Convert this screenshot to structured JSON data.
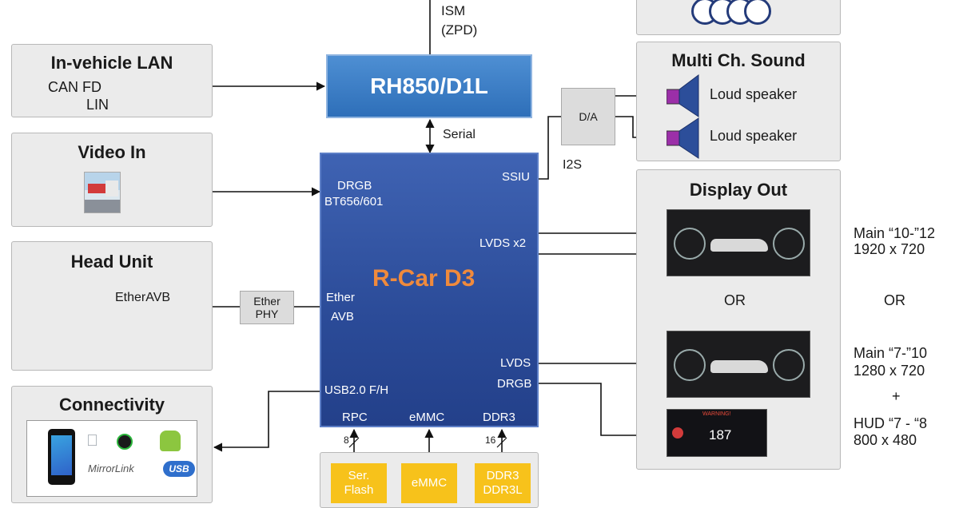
{
  "rh850": {
    "label": "RH850/D1L",
    "top_label_line1": "ISM",
    "top_label_line2": "(ZPD)",
    "serial_label": "Serial"
  },
  "in_vehicle_lan": {
    "title": "In-vehicle LAN",
    "line1": "CAN FD",
    "line2": "LIN"
  },
  "video_in": {
    "title": "Video In"
  },
  "head_unit": {
    "title": "Head Unit",
    "signal": "EtherAVB"
  },
  "ether_phy": {
    "line1": "Ether",
    "line2": "PHY"
  },
  "connectivity": {
    "title": "Connectivity",
    "mirrorlink": "MirrorLink",
    "usb": "USB"
  },
  "rcar": {
    "label": "R-Car D3",
    "drgb_in_line1": "DRGB",
    "drgb_in_line2": "BT656/601",
    "ssiu": "SSIU",
    "lvds_x2": "LVDS x2",
    "ether_line1": "Ether",
    "ether_line2": "AVB",
    "lvds": "LVDS",
    "drgb_out": "DRGB",
    "usb": "USB2.0 F/H",
    "rpc": "RPC",
    "emmc": "eMMC",
    "ddr3": "DDR3"
  },
  "memory": {
    "bus_width_rpc": "8",
    "bus_width_ddr": "16",
    "ser_flash_line1": "Ser.",
    "ser_flash_line2": "Flash",
    "emmc": "eMMC",
    "ddr_line1": "DDR3",
    "ddr_line2": "DDR3L"
  },
  "da": {
    "label": "D/A",
    "i2s": "I2S"
  },
  "sound": {
    "title": "Multi Ch. Sound",
    "speaker1": "Loud speaker",
    "speaker2": "Loud speaker"
  },
  "display_out": {
    "title": "Display Out",
    "or_inner": "OR",
    "or_outer": "OR",
    "spec1_line1": "Main “10-”12",
    "spec1_line2": "1920 x 720",
    "spec2_line1": "Main “7-”10",
    "spec2_line2": "1280 x 720",
    "plus": "+",
    "spec3_line1": "HUD “7 - “8",
    "spec3_line2": "800 x 480",
    "hud_speed": "187",
    "hud_warning": "WARNING!"
  },
  "colors": {
    "chip_blue": "#2b4b98",
    "rh850_blue": "#2e6fb9",
    "rcar_label": "#f08a3c",
    "memory_yellow": "#f7c21b",
    "speaker_purple": "#9b2fa8"
  }
}
